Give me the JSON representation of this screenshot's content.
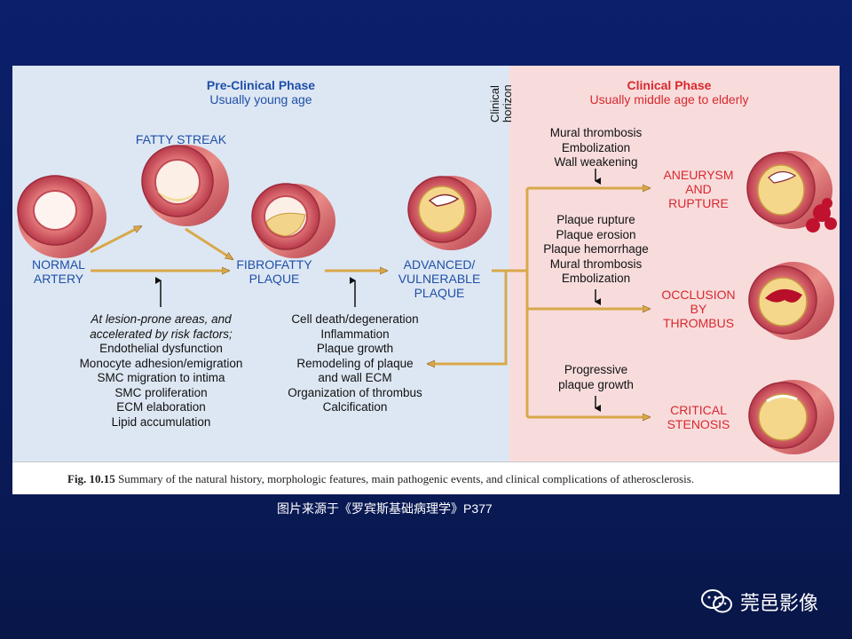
{
  "figure": {
    "pre_clinical": {
      "title": "Pre-Clinical Phase",
      "subtitle": "Usually young age"
    },
    "clinical": {
      "title": "Clinical Phase",
      "subtitle": "Usually middle age to elderly"
    },
    "clinical_horizon": [
      "Clinical",
      "horizon"
    ],
    "stages": {
      "normal": [
        "NORMAL",
        "ARTERY"
      ],
      "fatty_streak": "FATTY STREAK",
      "fibrofatty": [
        "FIBROFATTY",
        "PLAQUE"
      ],
      "advanced": [
        "ADVANCED/",
        "VULNERABLE",
        "PLAQUE"
      ]
    },
    "risk_events": [
      "At lesion-prone areas, and",
      "accelerated by risk factors;",
      "Endothelial dysfunction",
      "Monocyte adhesion/emigration",
      "SMC migration to intima",
      "SMC proliferation",
      "ECM elaboration",
      "Lipid accumulation"
    ],
    "plaque_events": [
      "Cell death/degeneration",
      "Inflammation",
      "Plaque growth",
      "Remodeling of plaque",
      "and wall ECM",
      "Organization of thrombus",
      "Calcification"
    ],
    "aneurysm_events": [
      "Mural thrombosis",
      "Embolization",
      "Wall weakening"
    ],
    "occlusion_events": [
      "Plaque rupture",
      "Plaque erosion",
      "Plaque hemorrhage",
      "Mural thrombosis",
      "Embolization"
    ],
    "stenosis_events": [
      "Progressive",
      "plaque growth"
    ],
    "outcomes": {
      "aneurysm": [
        "ANEURYSM",
        "AND",
        "RUPTURE"
      ],
      "occlusion": [
        "OCCLUSION",
        "BY",
        "THROMBUS"
      ],
      "stenosis": [
        "CRITICAL",
        "STENOSIS"
      ]
    },
    "caption": {
      "label": "Fig. 10.15",
      "text": " Summary of the natural history, morphologic features, main pathogenic events, and clinical complications of atherosclerosis."
    }
  },
  "source_note": "图片来源于《罗宾斯基础病理学》P377",
  "watermark": {
    "icon": "wechat-icon",
    "text": "莞邑影像"
  },
  "colors": {
    "background": "#0b1f6a",
    "pre_clinical_bg": "#dde7f3",
    "clinical_bg": "#f8dcdc",
    "stage_label": "#1f4fa8",
    "outcome_label": "#d8282e",
    "arrow": "#d9a84a"
  }
}
